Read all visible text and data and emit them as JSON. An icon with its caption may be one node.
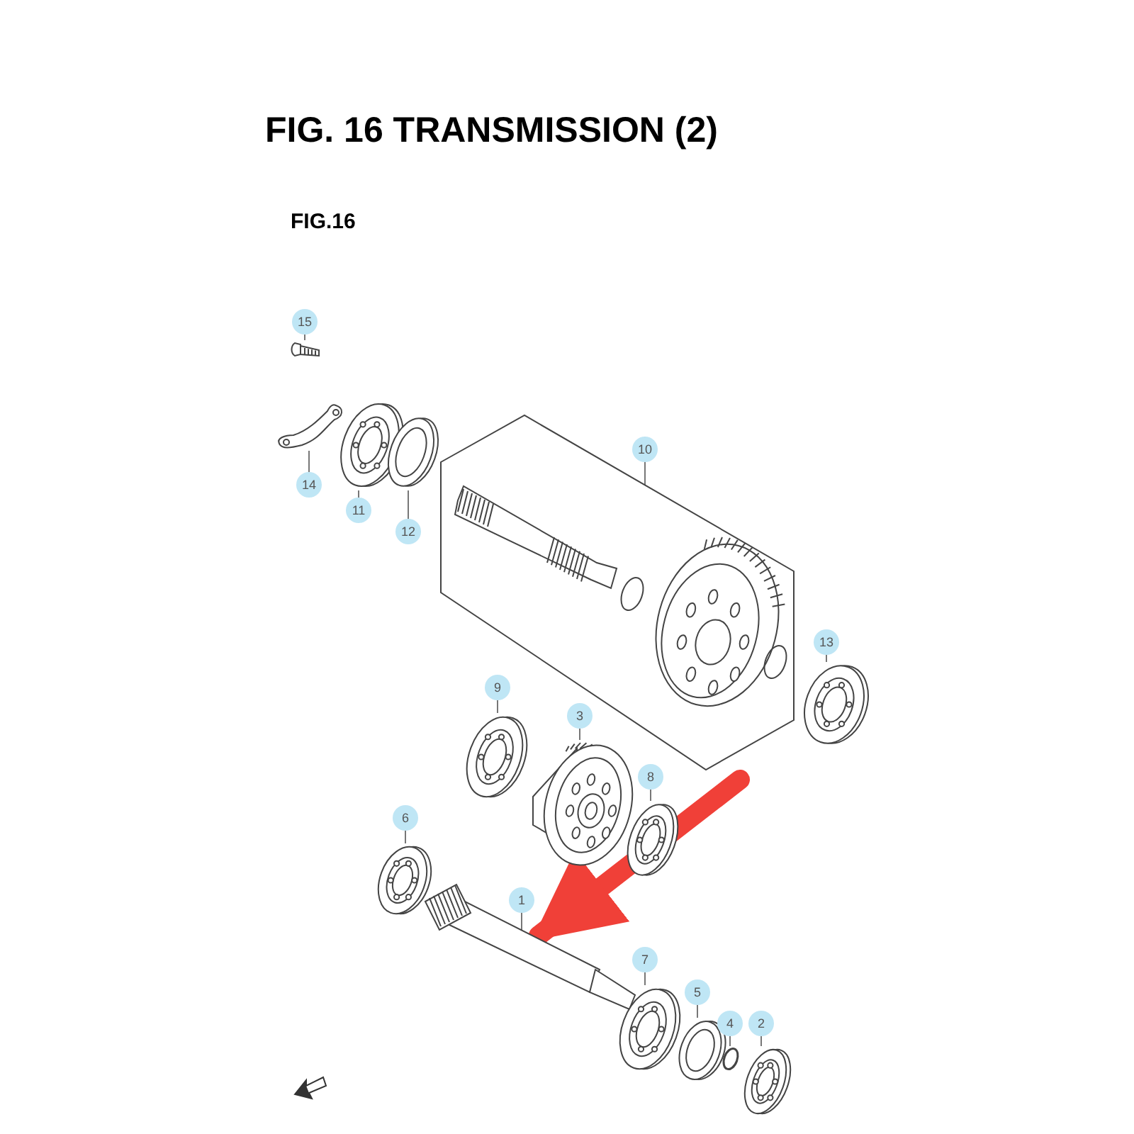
{
  "diagram": {
    "title": "FIG. 16 TRANSMISSION (2)",
    "nodes": [
      {
        "text": [
          "15"
        ]
      },
      {
        "text": [],
        "shape": "picture"
      },
      {
        "text": [
          "14"
        ]
      },
      {
        "text": [],
        "shape": "picture"
      },
      {
        "text": [
          "11"
        ]
      },
      {
        "text": [],
        "shape": "picture"
      },
      {
        "text": [
          "12"
        ]
      },
      {
        "text": [],
        "shape": "picture"
      },
      {
        "text": [
          "10"
        ]
      },
      {
        "text": [],
        "shape": "box"
      },
      {
        "text": [
          "13"
        ]
      },
      {
        "text": [],
        "shape": "picture"
      },
      {
        "text": [
          "9"
        ]
      },
      {
        "text": [],
        "shape": "picture"
      },
      {
        "text": [
          "3"
        ]
      },
      {
        "text": [],
        "shape": "picture"
      },
      {
        "text": [
          "8"
        ]
      },
      {
        "text": [],
        "shape": "picture"
      },
      {
        "text": [
          "6"
        ]
      },
      {
        "text": [],
        "shape": "picture"
      },
      {
        "text": [
          "1"
        ]
      },
      {
        "text": [],
        "shape": "picture"
      },
      {
        "text": [
          "7"
        ]
      },
      {
        "text": [],
        "shape": "picture"
      },
      {
        "text": [
          "5"
        ]
      },
      {
        "text": [],
        "shape": "picture"
      },
      {
        "text": [
          "4"
        ]
      },
      {
        "text": [],
        "shape": "circle"
      },
      {
        "text": [
          "2"
        ]
      },
      {
        "text": [],
        "shape": "picture"
      }
    ],
    "edges": [
      {
        "from": 0,
        "to": 1,
        "arrow": "none"
      },
      {
        "from": 2,
        "to": 3,
        "arrow": "none"
      },
      {
        "from": 4,
        "to": 5,
        "arrow": "none"
      },
      {
        "from": 6,
        "to": 7,
        "arrow": "none"
      },
      {
        "from": 8,
        "to": 9,
        "arrow": "none"
      },
      {
        "from": 10,
        "to": 11,
        "arrow": "none"
      },
      {
        "from": 12,
        "to": 13,
        "arrow": "none"
      },
      {
        "from": 14,
        "to": 15,
        "arrow": "none"
      },
      {
        "from": 16,
        "to": 17,
        "arrow": "none"
      },
      {
        "from": 18,
        "to": 19,
        "arrow": "none"
      },
      {
        "from": 20,
        "to": 21,
        "arrow": "none"
      },
      {
        "from": 22,
        "to": 23,
        "arrow": "none"
      },
      {
        "from": 24,
        "to": 25,
        "arrow": "none"
      },
      {
        "from": 26,
        "to": 27,
        "arrow": "none"
      },
      {
        "from": 28,
        "to": 29,
        "arrow": "none"
      },
      {
        "from": null,
        "to": 21,
        "arrow": "to",
        "style": "thick",
        "color": "#f04038"
      }
    ],
    "labels": [
      "FIG.16"
    ]
  }
}
